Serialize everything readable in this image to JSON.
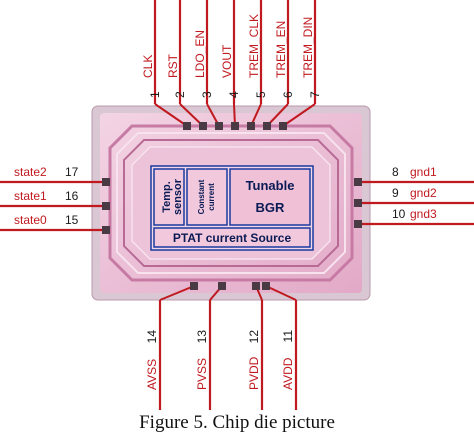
{
  "pins": {
    "top": [
      {
        "num": "1",
        "label": "CLK"
      },
      {
        "num": "2",
        "label": "RST"
      },
      {
        "num": "3",
        "label": "LDO_EN"
      },
      {
        "num": "4",
        "label": "VOUT"
      },
      {
        "num": "5",
        "label": "TREM_CLK"
      },
      {
        "num": "6",
        "label": "TREM_EN"
      },
      {
        "num": "7",
        "label": "TREM_DIN"
      }
    ],
    "right": [
      {
        "num": "8",
        "label": "gnd1"
      },
      {
        "num": "9",
        "label": "gnd2"
      },
      {
        "num": "10",
        "label": "gnd3"
      }
    ],
    "bottom": [
      {
        "num": "11",
        "label": "AVDD"
      },
      {
        "num": "12",
        "label": "PVDD"
      },
      {
        "num": "13",
        "label": "PVSS"
      },
      {
        "num": "14",
        "label": "AVSS"
      }
    ],
    "left": [
      {
        "num": "15",
        "label": "state0"
      },
      {
        "num": "16",
        "label": "state1"
      },
      {
        "num": "17",
        "label": "state2"
      }
    ]
  },
  "blocks": {
    "temp_sensor": {
      "line1": "Temp.",
      "line2": "sensor"
    },
    "constant_current": {
      "line1": "Constant",
      "line2": "current"
    },
    "bgr": {
      "line1": "Tunable",
      "line2": "BGR"
    },
    "ptat": "PTAT current Source"
  },
  "caption": "Figure 5. Chip die picture",
  "colors": {
    "wire": "#c0191f",
    "die": "#e9b7d1",
    "block_border": "#1a3aa0",
    "pad": "#4a3a44"
  }
}
